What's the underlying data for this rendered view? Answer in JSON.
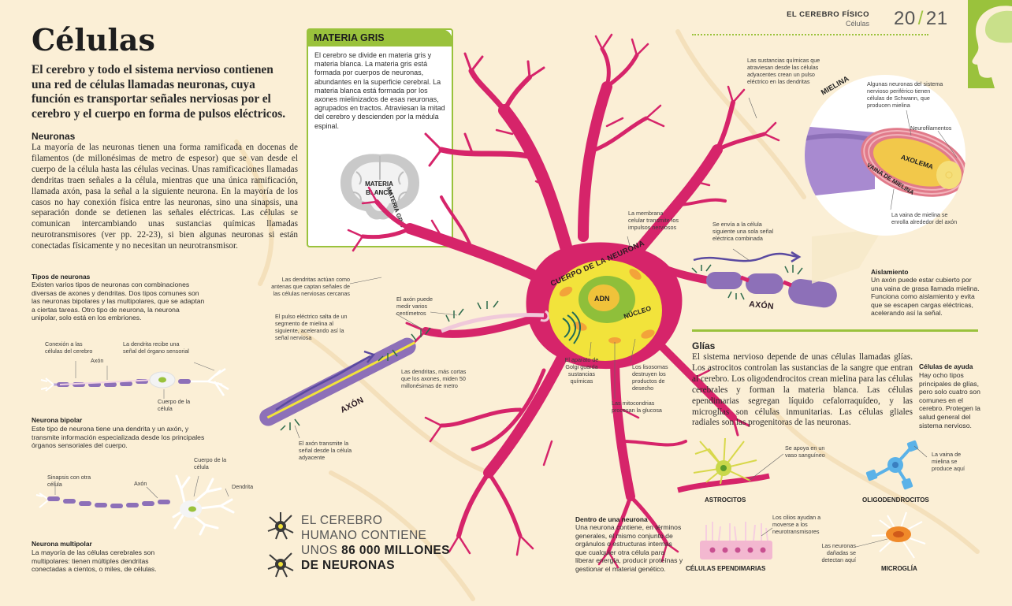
{
  "header": {
    "section": "EL CEREBRO FÍSICO",
    "subsection": "Células",
    "page_left": "20",
    "slash": "/",
    "page_right": "21"
  },
  "intro": {
    "title": "Células",
    "lead": "El cerebro y todo el sistema nervioso contienen una red de células llamadas neuronas, cuya función es transportar señales nerviosas por el cerebro y el cuerpo en forma de pulsos eléctricos.",
    "neuronas_heading": "Neuronas",
    "neuronas_text": "La mayoría de las neuronas tienen una forma ramificada en docenas de filamentos (de millonésimas de metro de espesor) que se van desde el cuerpo de la célula hasta las células vecinas. Unas ramificaciones llamadas dendritas traen señales a la célula, mientras que una única ramificación, llamada axón, pasa la señal a la siguiente neurona. En la mayoría de los casos no hay conexión física entre las neuronas, sino una sinapsis, una separación donde se detienen las señales eléctricas. Las células se comunican intercambiando unas sustancias químicas llamadas neurotransmisores (ver pp. 22-23), si bien algunas neuronas si están conectadas físicamente y no necesitan un neurotransmisor."
  },
  "tipos": {
    "heading": "Tipos de neuronas",
    "text": "Existen varios tipos de neuronas con combinaciones diversas de axones y dendritas. Dos tipos comunes son las neuronas bipolares y las multipolares, que se adaptan a ciertas tareas. Otro tipo de neurona, la neurona unipolar, solo está en los embriones.",
    "bipolar": {
      "label_connection": "Conexión a las células del cerebro",
      "label_axon": "Axón",
      "label_dendrite": "La dendrita recibe una señal del órgano sensorial",
      "label_body": "Cuerpo de la célula",
      "heading": "Neurona bipolar",
      "text": "Este tipo de neurona tiene una dendrita y un axón, y transmite información especializada desde los principales órganos sensoriales del cuerpo."
    },
    "multipolar": {
      "label_synapse": "Sinapsis con otra célula",
      "label_axon": "Axón",
      "label_body": "Cuerpo de la célula",
      "label_dendrite": "Dendrita",
      "heading": "Neurona multipolar",
      "text": "La mayoría de las células cerebrales son multipolares: tienen múltiples dendritas conectadas a cientos, o miles, de células."
    }
  },
  "materia_gris": {
    "title": "MATERIA GRIS",
    "text": "El cerebro se divide en materia gris y materia blanca. La materia gris está formada por cuerpos de neuronas, abundantes en la superficie cerebral. La materia blanca está formada por los axones mielinizados de esas neuronas, agrupados en tractos. Atraviesan la mitad del cerebro y descienden por la médula espinal.",
    "label_gris": "MATERIA GRIS",
    "label_blanca_1": "MATERIA",
    "label_blanca_2": "BLANCA"
  },
  "neuron": {
    "label_body": "CUERPO DE LA NEURONA",
    "label_adn": "ADN",
    "label_nucleo": "NÚCLEO",
    "label_axon_left": "AXÓN",
    "label_axon_right": "AXÓN",
    "ann_dendritas_antenas": "Las dendritas actúan como antenas que captan señales de las células nerviosas cercanas",
    "ann_pulso": "El pulso eléctrico salta de un segmento de mielina al siguiente, acelerando así la señal nerviosa",
    "ann_axon_medir": "El axón puede medir varios centímetros",
    "ann_dendritas_cortas": "Las dendritas, más cortas que los axones, miden 50 millonésimas de metro",
    "ann_axon_transmite": "El axón transmite la señal desde la célula adyacente",
    "ann_golgi": "El aparato de Golgi guarda sustancias químicas",
    "ann_lisosomas": "Los lisosomas destruyen los productos de desecho",
    "ann_mitocondrias": "Las mitocondrias procesan la glucosa",
    "ann_membrana": "La membrana celular transmite los impulsos nerviosos",
    "ann_senal": "Se envía a la célula siguiente una sola señal eléctrica combinada",
    "ann_quimicas": "Las sustancias químicas que atraviesan desde las células adyacentes crean un pulso eléctrico en las dendritas"
  },
  "mielina": {
    "title": "MIELINA",
    "ann_schwann": "Algunas neuronas del sistema nervioso periférico tienen células de Schwann, que producen mielina",
    "ann_neurofilamentos": "Neurofilamentos",
    "label_axolema": "AXOLEMA",
    "label_vaina": "VAINA DE MIELINA",
    "ann_vaina": "La vaina de mielina se enrolla alrededor del axón"
  },
  "aislamiento": {
    "heading": "Aislamiento",
    "text": "Un axón puede estar cubierto por una vaina de grasa llamada mielina. Funciona como aislamiento y evita que se escapen cargas eléctricas, acelerando así la señal."
  },
  "glias": {
    "heading": "Glías",
    "text": "El sistema nervioso depende de unas células llamadas glías. Los astrocitos controlan las sustancias de la sangre que entran al cerebro. Los oligodendrocitos crean mielina para las células cerebrales y forman la materia blanca. Las células ependimarias segregan líquido cefalorraquídeo, y las microglías son células inmunitarias. Las células gliales radiales son las progenitoras de las neuronas.",
    "ayuda_heading": "Células de ayuda",
    "ayuda_text": "Hay ocho tipos principales de glías, pero solo cuatro son comunes en el cerebro. Protegen la salud general del sistema nervioso.",
    "ann_vaso": "Se apoya en un vaso sanguíneo",
    "label_astrocitos": "ASTROCITOS",
    "ann_vaina": "La vaina de mielina se produce aquí",
    "label_oligo": "OLIGODENDROCITOS",
    "ann_cilios": "Los cilios ayudan a moverse a los neurotransmisores",
    "label_ependimarias": "CÉLULAS EPENDIMARIAS",
    "ann_danadas": "Las neuronas dañadas se detectan aquí",
    "label_microglia": "MICROGLÍA"
  },
  "dentro": {
    "heading": "Dentro de una neurona",
    "text": "Una neurona contiene, en términos generales, el mismo conjunto de orgánulos o estructuras internas que cualquier otra célula para liberar energía, producir proteínas y gestionar el material genético."
  },
  "fact": {
    "line1": "EL CEREBRO",
    "line2": "HUMANO CONTIENE",
    "line3_pre": "UNOS",
    "line3_num": "86 000 MILLONES",
    "line4": "DE NEURONAS"
  },
  "colors": {
    "background": "#fbefd6",
    "neuron_pink": "#d6246a",
    "accent_green": "#9ac23c",
    "nucleus_yellow": "#f2e33b",
    "myelin_purple": "#8d70b8"
  }
}
